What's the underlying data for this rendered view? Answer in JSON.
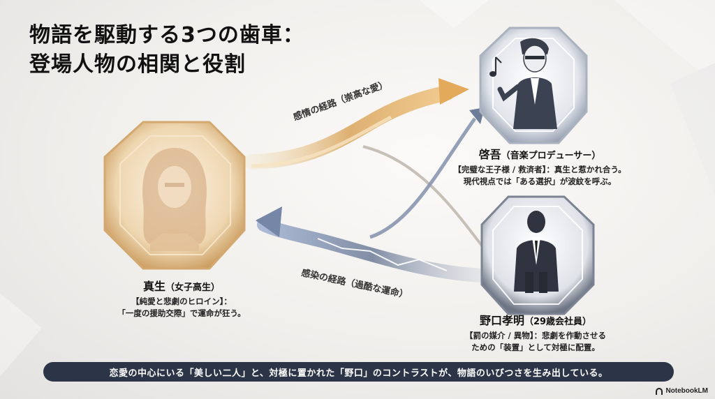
{
  "title": {
    "line1": "物語を駆動する3つの歯車：",
    "line2": "登場人物の相関と役割"
  },
  "characters": {
    "mao": {
      "name": "真生",
      "sub": "（女子高生）",
      "desc1": "【純愛と悲劇のヒロイン】：",
      "desc2": "「一度の援助交際」で運命が狂う。"
    },
    "keigo": {
      "name": "啓吾",
      "sub": "（音楽プロデューサー）",
      "desc1": "【完璧な王子様 / 救済者】：真生と惹かれ合う。",
      "desc2": "現代視点では「ある選択」が波紋を呼ぶ。"
    },
    "noguchi": {
      "name": "野口孝明",
      "sub": "（29歳会社員）",
      "desc1": "【罰の媒介 / 異物】：悲劇を作動させる",
      "desc2": "ための「装置」として対極に配置。"
    }
  },
  "paths": {
    "emotion": "感情の経路（崇高な愛）",
    "infection": "感染の経路（過酷な運命）"
  },
  "banner": "恋愛の中心にいる「美しい二人」と、対極に置かれた「野口」のコントラストが、物語のいびつさを生み出している。",
  "brand": "NotebookLM",
  "colors": {
    "gold": "#d9a45a",
    "silver": "#8d98ad",
    "banner_bg": "#2c3547"
  },
  "icons": [
    "music-note-icon",
    "woman-portrait-icon",
    "man-in-suit-icon",
    "businessman-icon"
  ]
}
